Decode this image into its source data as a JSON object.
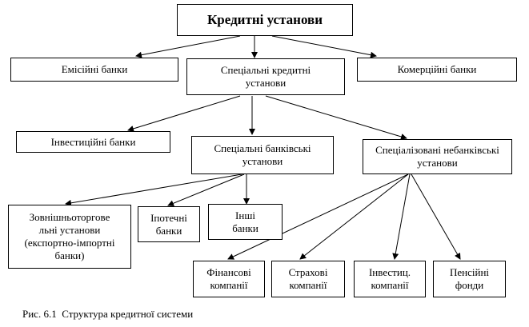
{
  "nodes": {
    "root": "Кредитні установи",
    "emission_banks": "Емісійні банки",
    "special_credit": "Спеціальні кредитні установи",
    "commercial_banks": "Комерційні банки",
    "investment_banks": "Інвестиційні банки",
    "special_bank": "Спеціальні банківські установи",
    "specialized_nonbank": "Спеціалізовані небанківські установи",
    "foreign_trade": "Зовнішньоторгове льні установи (експортно-імпортні банки)",
    "mortgage_banks": "Іпотечні банки",
    "other_banks": "Інші банки",
    "financial_companies": "Фінансові компанії",
    "insurance_companies": "Страхові компанії",
    "invest_companies": "Інвестиц. компанії",
    "pension_funds": "Пенсійні фонди"
  },
  "caption": "Рис. 6.1  Структура кредитної системи"
}
